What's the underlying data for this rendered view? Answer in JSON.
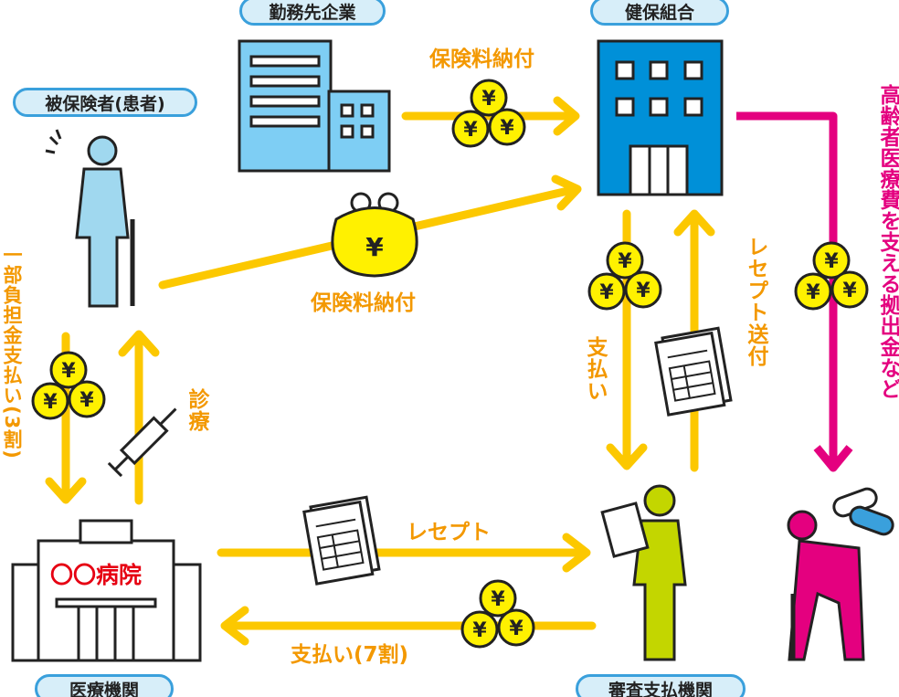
{
  "labels": {
    "company": "勤務先企業",
    "insurer": "健保組合",
    "patient": "被保険者(患者)",
    "medical": "医療機関",
    "review": "審査支払機関"
  },
  "flows": {
    "premium_company": "保険料納付",
    "premium_patient": "保険料納付",
    "copay": "一部負担金支払い(3割)",
    "treatment": "診療",
    "receipt": "レセプト",
    "payment70": "支払い(7割)",
    "payment": "支払い",
    "receipt_send": "レセプト送付",
    "elderly": "高齢者医療費を支える拠出金など"
  },
  "hospital_sign": "〇〇病院",
  "colors": {
    "arrow": "#fcc800",
    "text": "#f39800",
    "magenta": "#e4007f",
    "pill_border": "#3aa0dc",
    "pill_fill": "#d7eef9",
    "insurer_building": "#0090d8",
    "company_building": "#7ecef4"
  }
}
